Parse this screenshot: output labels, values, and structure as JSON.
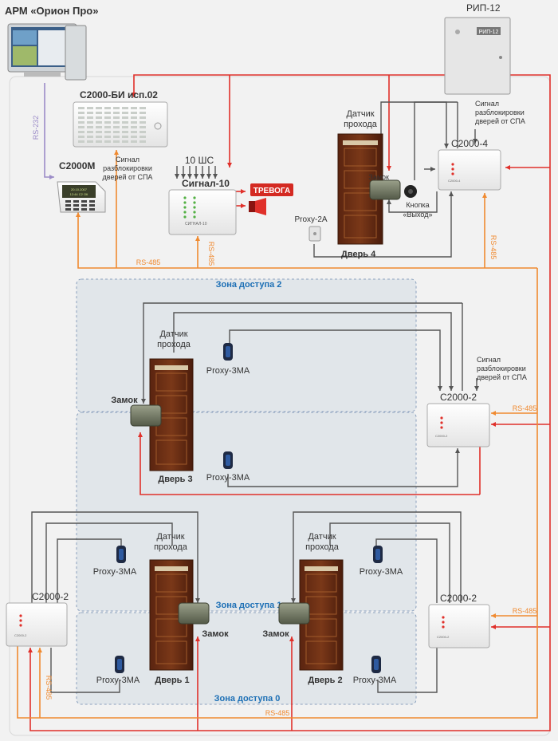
{
  "colors": {
    "power": "#e0302a",
    "rs485": "#f08a30",
    "rs232": "#9c8cc8",
    "signal": "#555555",
    "zone_fill": "#e1e6ea",
    "zone_border": "#8aa0bd",
    "zone_label": "#1c6fb5"
  },
  "labels": {
    "arm": "АРМ «Орион Про»",
    "rip": "РИП-12",
    "rip_plate": "РИП-12",
    "bi": "С2000-БИ исп.02",
    "c2000m": "С2000М",
    "rs232": "RS-232",
    "signal10": "Сигнал-10",
    "shs": "10 ШС",
    "signal_unlock_left": [
      "Сигнал",
      "разблокировки",
      "дверей от СПА"
    ],
    "alarm": "ТРЕВОГА",
    "sensor_top": [
      "Датчик",
      "прохода"
    ],
    "signal_unlock_right": [
      "Сигнал",
      "разблокировки",
      "дверей от СПА"
    ],
    "c2000_4": "С2000-4",
    "lock": "Замок",
    "exit_button": [
      "Кнопка",
      "«Выход»"
    ],
    "proxy2a": "Proxy-2A",
    "door4": "Дверь 4",
    "rs485": "RS-485",
    "zone2": "Зона доступа 2",
    "sensor_z2": [
      "Датчик",
      "прохода"
    ],
    "proxy3ma": "Proxy-3MA",
    "c2000_2": "С2000-2",
    "signal_unlock_mid": [
      "Сигнал",
      "разблокировки",
      "дверей от СПА"
    ],
    "lock_z2": "Замок",
    "door3": "Дверь 3",
    "sensor_d1": [
      "Датчик",
      "прохода"
    ],
    "sensor_d2": [
      "Датчик",
      "прохода"
    ],
    "zone1": "Зона доступа 1",
    "zone0": "Зона доступа 0",
    "door1": "Дверь 1",
    "door2": "Дверь 2",
    "lock_d1": "Замок",
    "lock_d2": "Замок",
    "c2000_4_plate": "С2000-4",
    "c2000_2_plate": "С2000-2",
    "signal10_plate": "СИГНАЛ-10",
    "c2000m_screen": [
      "20.10.2007",
      "12:44 С2 ОК"
    ]
  }
}
